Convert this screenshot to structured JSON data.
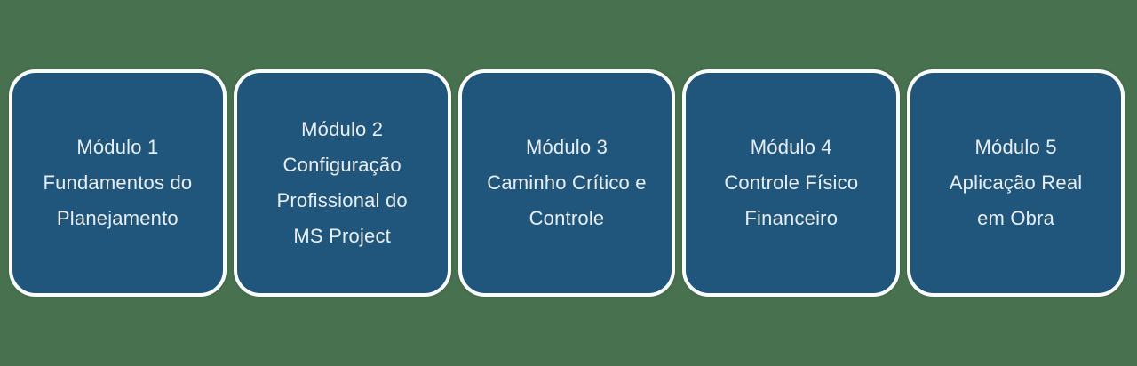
{
  "graphic": {
    "background_color": "#48714F",
    "card_color": "#20567B",
    "card_border_color": "#FBFCFC",
    "text_color": "#E9EEF2"
  },
  "cards": [
    {
      "title": "Módulo 1",
      "subtitle": "Fundamentos do\nPlanejamento"
    },
    {
      "title": "Módulo 2",
      "subtitle": "Configuração\nProfissional do\nMS Project"
    },
    {
      "title": "Módulo 3",
      "subtitle": "Caminho Crítico e\nControle"
    },
    {
      "title": "Módulo 4",
      "subtitle": "Controle Físico\nFinanceiro"
    },
    {
      "title": "Módulo 5",
      "subtitle": "Aplicação Real\nem Obra"
    }
  ]
}
